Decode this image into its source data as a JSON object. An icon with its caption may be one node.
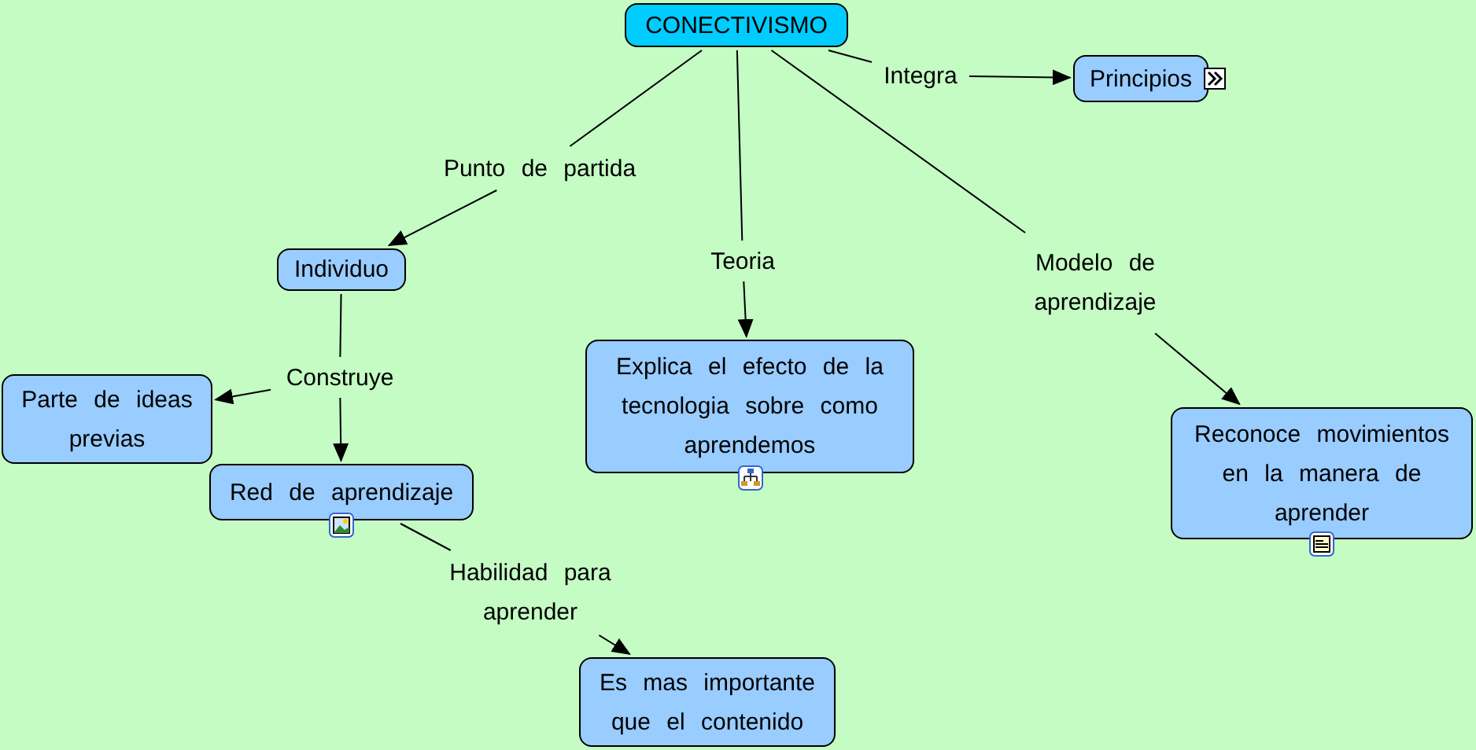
{
  "diagram": {
    "nodes": [
      {
        "text": [
          "CONECTIVISMO"
        ]
      },
      {
        "text": [
          "Integra"
        ]
      },
      {
        "text": [
          "Principios"
        ]
      },
      {
        "text": [
          "Punto de partida"
        ]
      },
      {
        "text": [
          "Teoria"
        ]
      },
      {
        "text": [
          "Modelo de aprendizaje"
        ]
      },
      {
        "text": [
          "Individuo"
        ]
      },
      {
        "text": [
          "Explica el efecto de la tecnologia sobre como aprendemos"
        ]
      },
      {
        "text": [
          "Reconoce movimientos en la manera de aprender"
        ]
      },
      {
        "text": [
          "Construye"
        ]
      },
      {
        "text": [
          "Parte de ideas previas"
        ]
      },
      {
        "text": [
          "Red de aprendizaje"
        ]
      },
      {
        "text": [
          "Habilidad para aprender"
        ]
      },
      {
        "text": [
          "Es mas importante que el contenido"
        ]
      }
    ],
    "edges": [
      {
        "from": 0,
        "to": 1,
        "arrow": "none"
      },
      {
        "from": 1,
        "to": 2,
        "arrow": "to"
      },
      {
        "from": 0,
        "to": 3,
        "arrow": "none"
      },
      {
        "from": 3,
        "to": 6,
        "arrow": "to"
      },
      {
        "from": 0,
        "to": 4,
        "arrow": "none"
      },
      {
        "from": 4,
        "to": 7,
        "arrow": "to"
      },
      {
        "from": 0,
        "to": 5,
        "arrow": "none"
      },
      {
        "from": 5,
        "to": 8,
        "arrow": "to"
      },
      {
        "from": 6,
        "to": 9,
        "arrow": "none"
      },
      {
        "from": 9,
        "to": 10,
        "arrow": "to"
      },
      {
        "from": 9,
        "to": 11,
        "arrow": "to"
      },
      {
        "from": 11,
        "to": 12,
        "arrow": "none"
      },
      {
        "from": 12,
        "to": 13,
        "arrow": "to"
      }
    ]
  }
}
